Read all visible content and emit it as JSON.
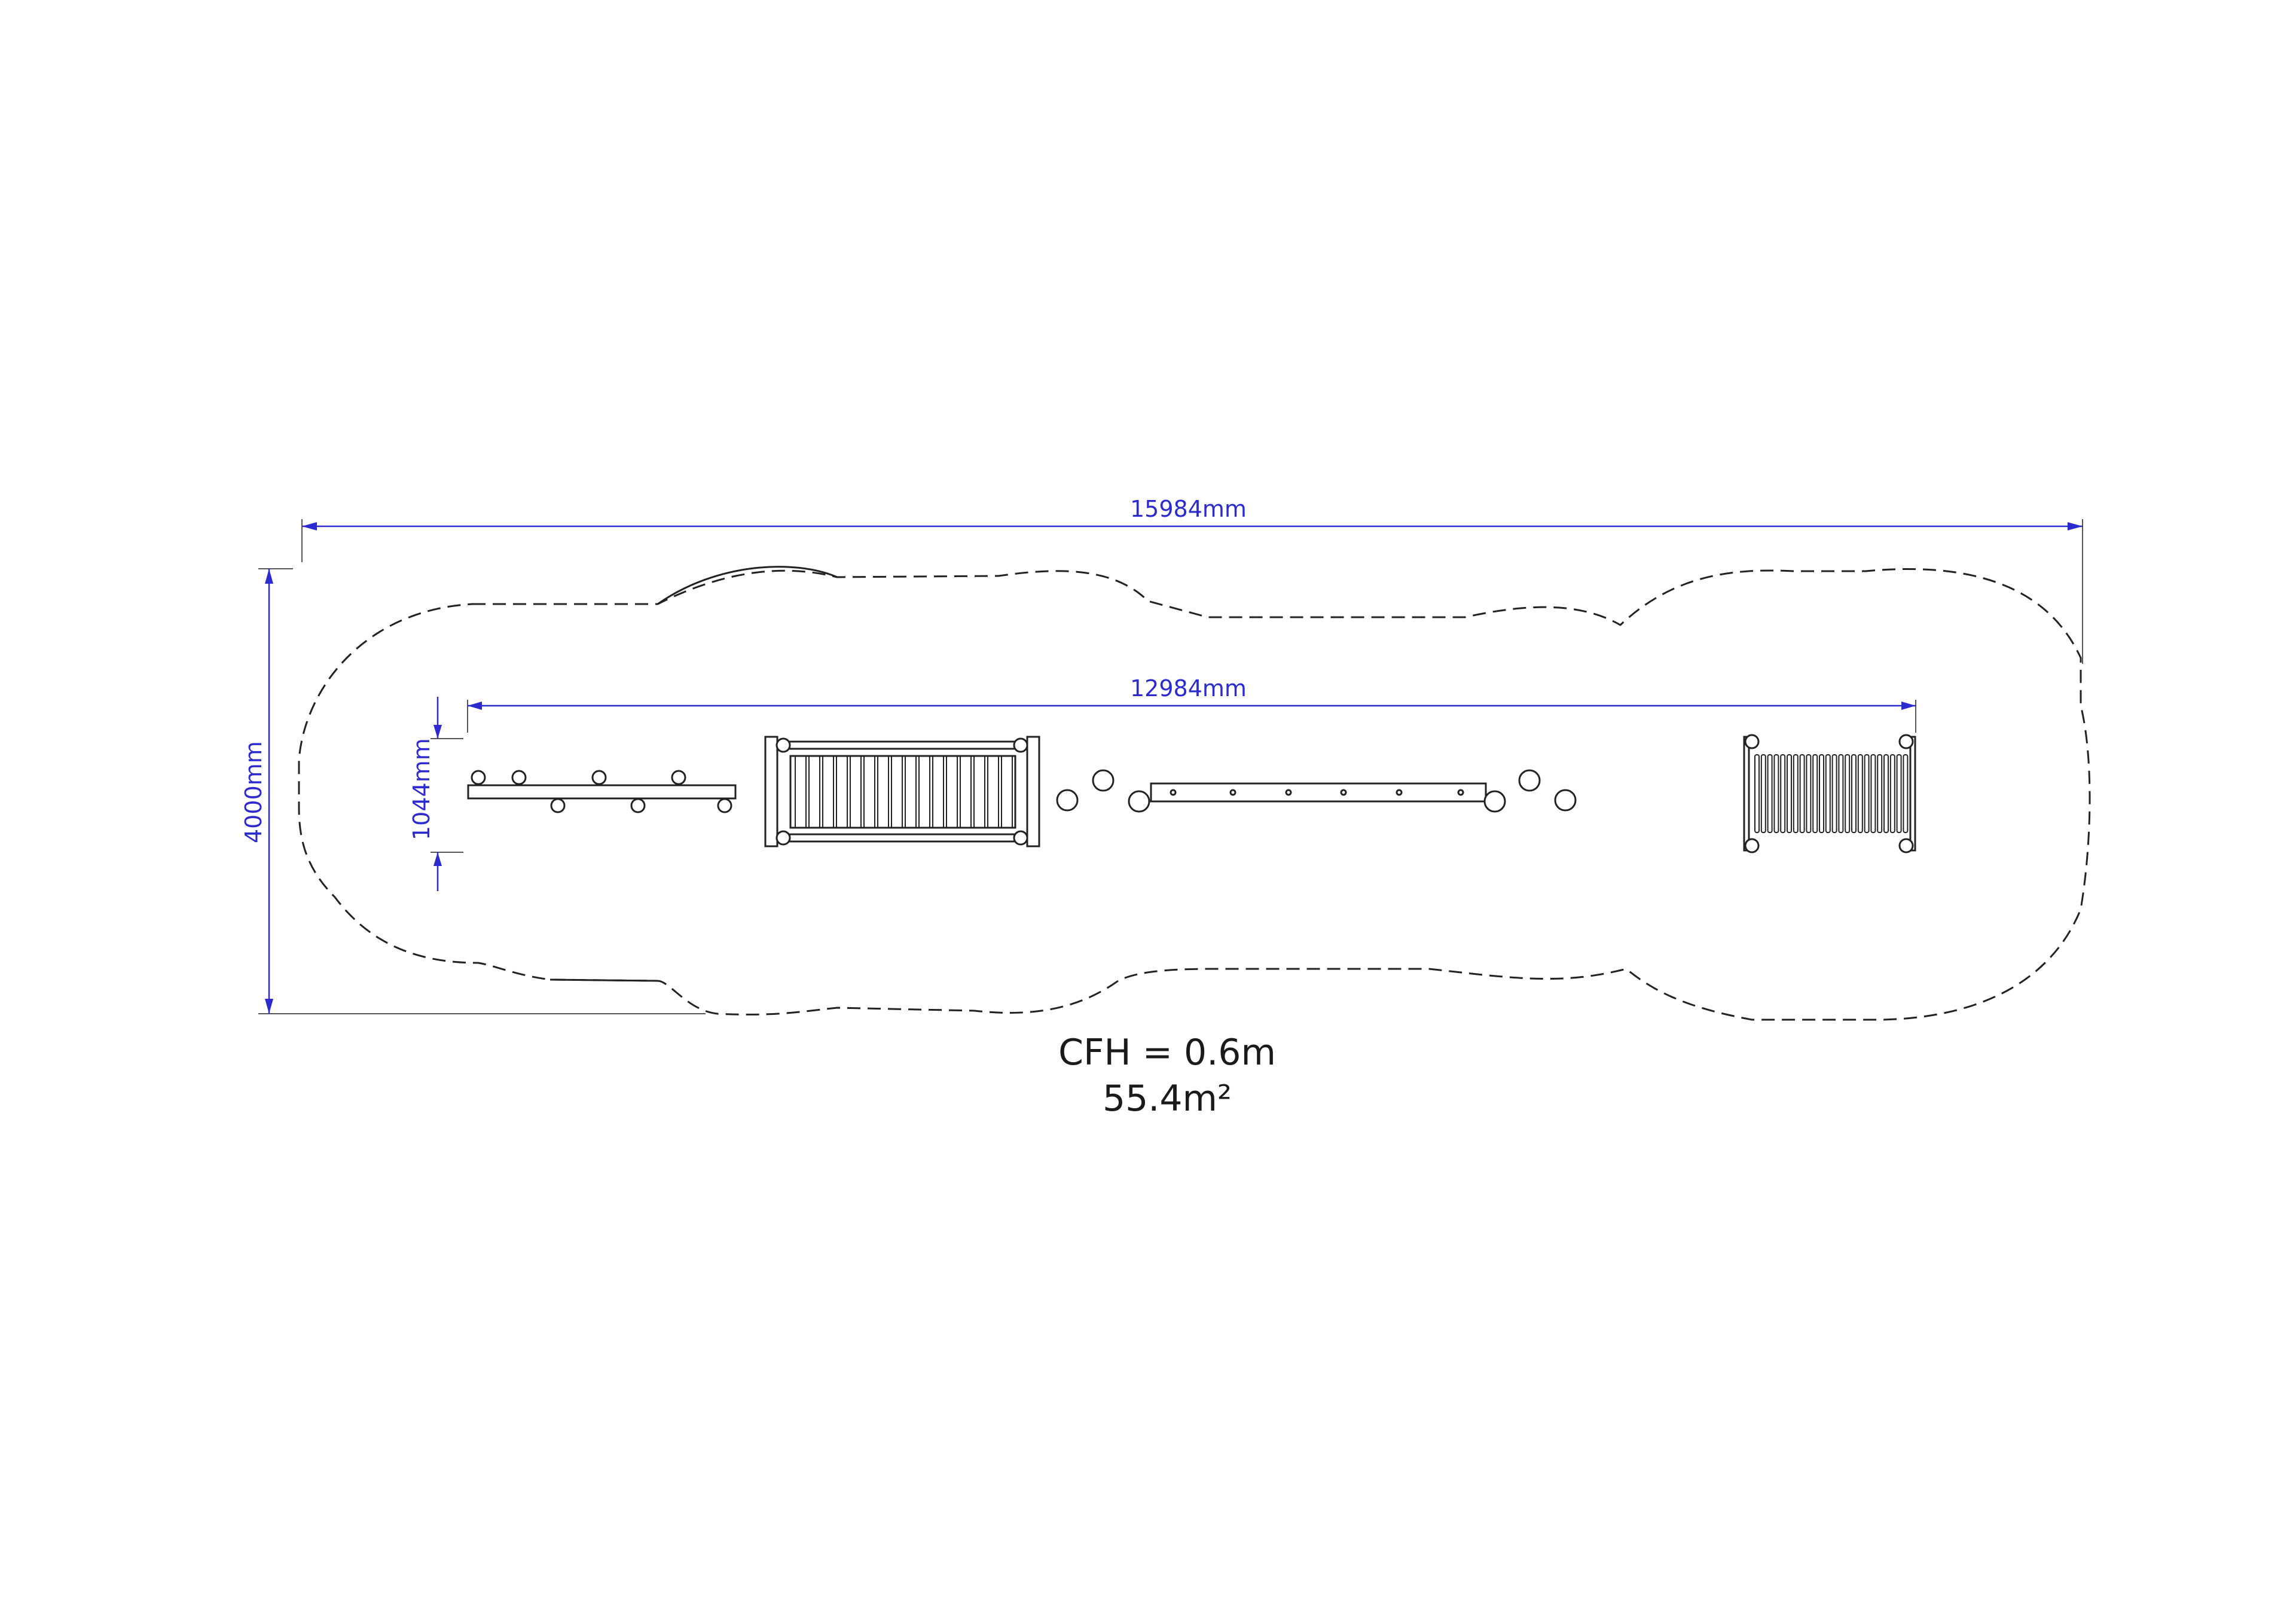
{
  "dimensions": {
    "overall_length": "15984mm",
    "overall_width": "4000mm",
    "equipment_length": "12984mm",
    "equipment_width": "1044mm"
  },
  "labels": {
    "cfh": "CFH = 0.6m",
    "area": "55.4m²"
  },
  "colors": {
    "dimension": "#2b2bd0",
    "outline": "#222222"
  }
}
